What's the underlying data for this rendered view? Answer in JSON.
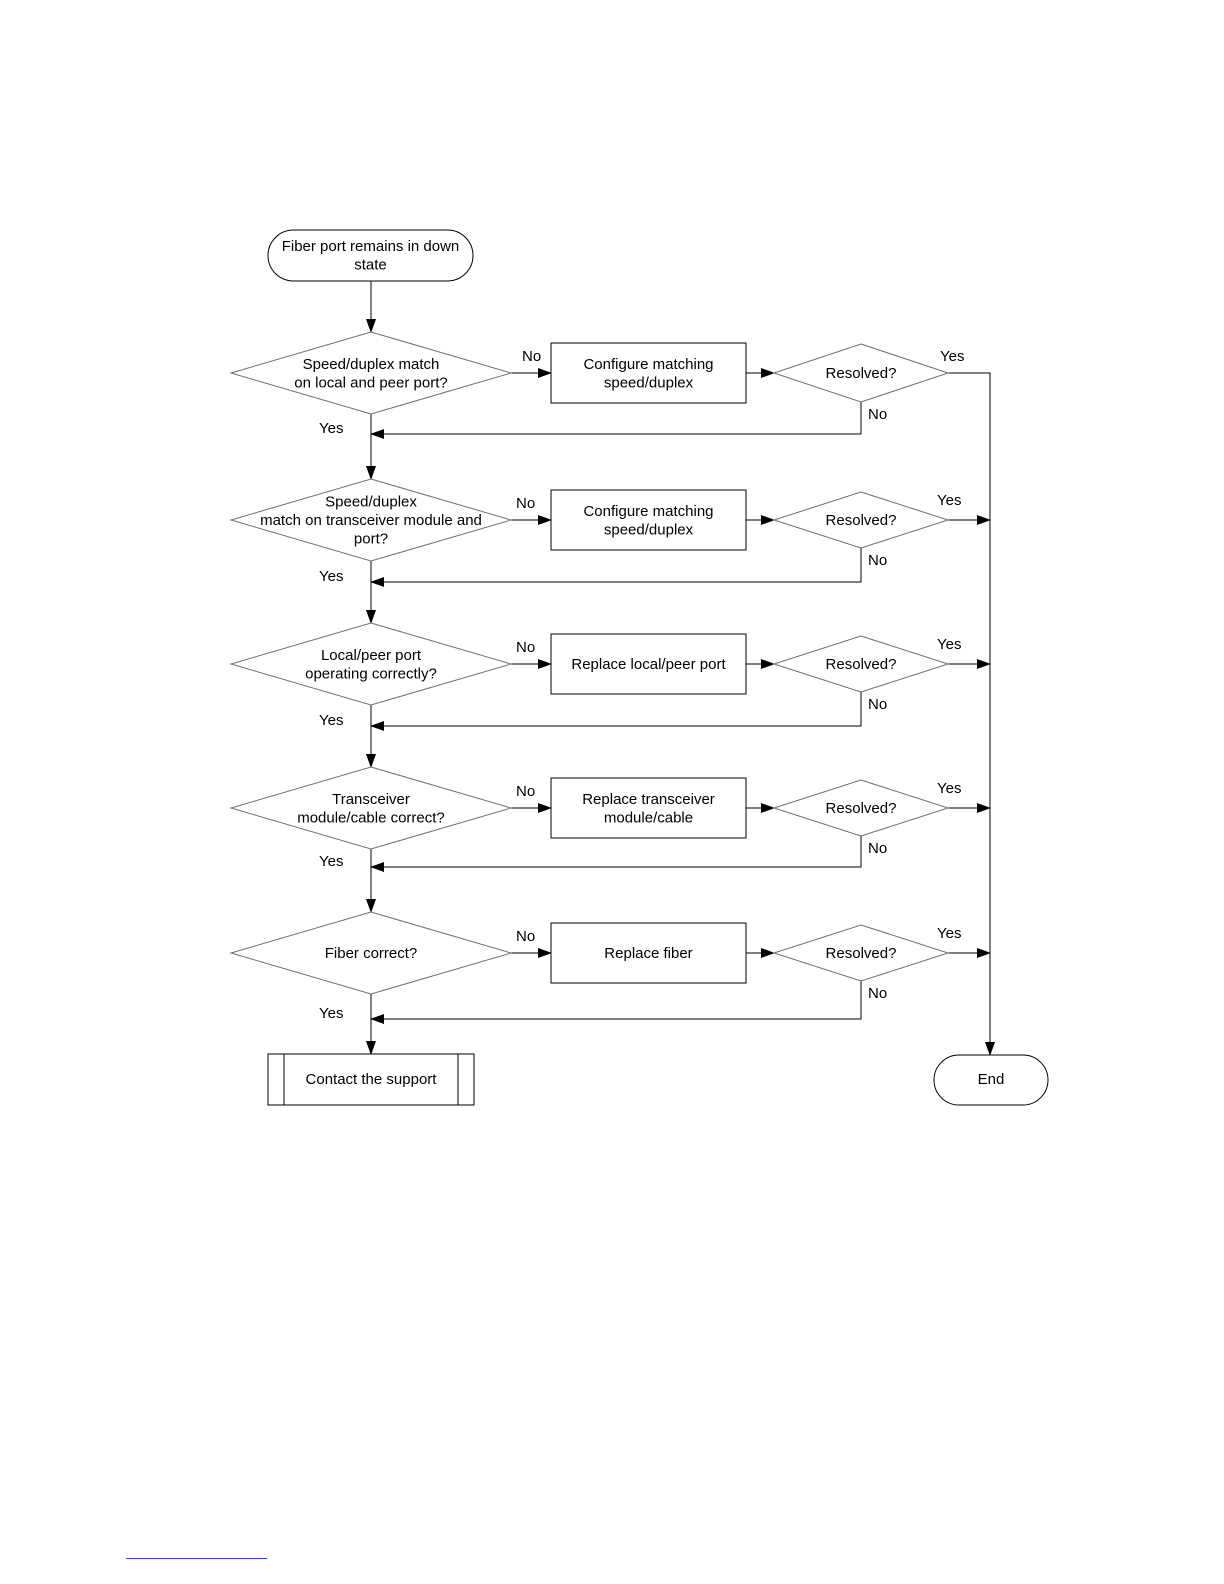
{
  "flowchart": {
    "start": {
      "lines": [
        "Fiber port remains in down",
        "state"
      ]
    },
    "end": {
      "label": "End"
    },
    "final": {
      "label": "Contact the support"
    },
    "steps": [
      {
        "question": [
          "Speed/duplex match",
          "on local and peer port?"
        ],
        "action": [
          "Configure matching",
          "speed/duplex"
        ],
        "check": "Resolved?",
        "no_label": "No",
        "yes_label": "Yes",
        "check_yes_label": "Yes",
        "check_no_label": "No"
      },
      {
        "question": [
          "Speed/duplex",
          "match on transceiver module and",
          "port?"
        ],
        "action": [
          "Configure matching",
          "speed/duplex"
        ],
        "check": "Resolved?",
        "no_label": "No",
        "yes_label": "Yes",
        "check_yes_label": "Yes",
        "check_no_label": "No"
      },
      {
        "question": [
          "Local/peer port",
          "operating correctly?"
        ],
        "action": [
          "Replace local/peer port"
        ],
        "check": "Resolved?",
        "no_label": "No",
        "yes_label": "Yes",
        "check_yes_label": "Yes",
        "check_no_label": "No"
      },
      {
        "question": [
          "Transceiver",
          "module/cable correct?"
        ],
        "action": [
          "Replace transceiver",
          "module/cable"
        ],
        "check": "Resolved?",
        "no_label": "No",
        "yes_label": "Yes",
        "check_yes_label": "Yes",
        "check_no_label": "No"
      },
      {
        "question": [
          "Fiber correct?"
        ],
        "action": [
          "Replace fiber"
        ],
        "check": "Resolved?",
        "no_label": "No",
        "yes_label": "Yes",
        "check_yes_label": "Yes",
        "check_no_label": "No"
      }
    ]
  }
}
